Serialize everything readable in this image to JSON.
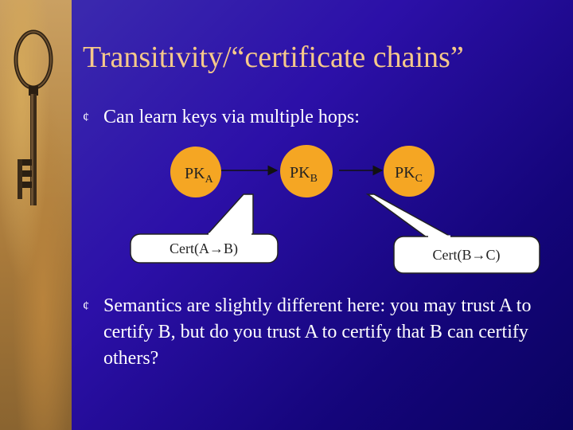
{
  "title": "Transitivity/“certificate chains”",
  "bullets": [
    {
      "marker": "¢",
      "text": "Can learn keys via multiple hops:"
    },
    {
      "marker": "¢",
      "text": "Semantics are slightly different here: you may trust A to certify B, but do you trust A to certify that B can certify others?"
    }
  ],
  "diagram": {
    "nodes": [
      {
        "base": "PK",
        "sub": "A"
      },
      {
        "base": "PK",
        "sub": "B"
      },
      {
        "base": "PK",
        "sub": "C"
      }
    ],
    "certs": [
      {
        "label": "Cert(A→B)"
      },
      {
        "label": "Cert(B→C)"
      }
    ]
  },
  "colors": {
    "background": "#2c10a8",
    "title": "#f6c98a",
    "text": "#ffffff",
    "node_fill": "#f5a623",
    "cert_fill": "#ffffff"
  },
  "icons": {
    "bullet": "bullet-marker-icon",
    "decoration": "vintage-key-icon"
  }
}
